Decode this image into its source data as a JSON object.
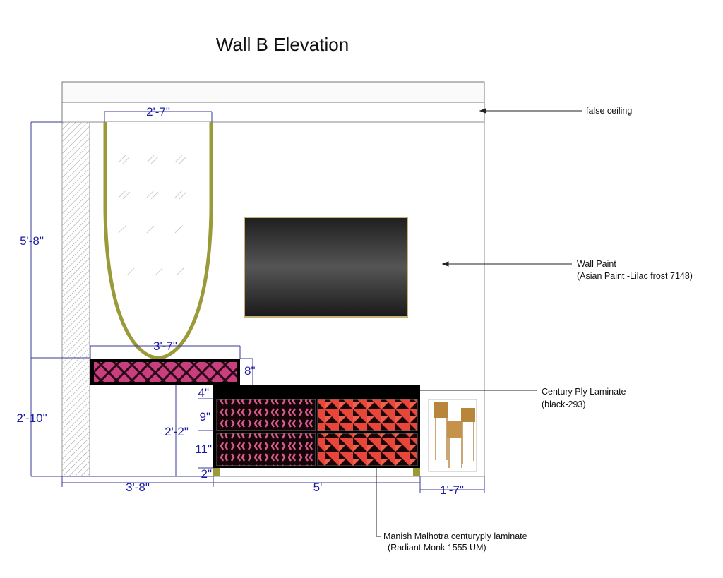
{
  "title": "Wall B Elevation",
  "dimensions": {
    "mirror_width": "2'-7\"",
    "upper_height": "5'-8\"",
    "lower_height": "2'-10\"",
    "shelf_width": "3'-7\"",
    "shelf_thickness": "8\"",
    "console_top": "4\"",
    "drawer_row1": "9\"",
    "console_height": "2'-2\"",
    "drawer_row2": "11\"",
    "leg_height": "2\"",
    "left_offset": "3'-8\"",
    "console_width": "5'",
    "right_offset": "1'-7\""
  },
  "annotations": {
    "false_ceiling": "false ceiling",
    "wall_paint": "Wall Paint",
    "wall_paint_spec": "(Asian Paint -Lilac frost 7148)",
    "century_ply": "Century Ply Laminate",
    "century_ply_spec": "(black-293)",
    "manish": "Manish Malhotra centuryply laminate",
    "manish_spec": "(Radiant Monk 1555 UM)"
  },
  "colors": {
    "dimension": "#1c1ca6",
    "frame": "#9a9a38",
    "laminate_pink": "#d64a86",
    "laminate_red": "#e8463a"
  }
}
